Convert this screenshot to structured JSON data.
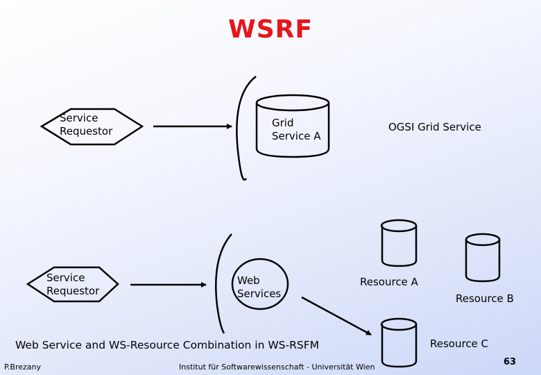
{
  "slide": {
    "title": "WSRF",
    "title_color": "#e8141c",
    "page_number": "63"
  },
  "diagram": {
    "top_row": {
      "requestor": {
        "line1": "Service",
        "line2": "Requestor"
      },
      "grid_service": {
        "line1": "Grid",
        "line2": "Service A"
      },
      "caption": "OGSI Grid Service"
    },
    "bottom_row": {
      "requestor": {
        "line1": "Service",
        "line2": "Requestor"
      },
      "web_services": {
        "line1": "Web",
        "line2": "Services"
      },
      "resources": [
        {
          "label": "Resource A"
        },
        {
          "label": "Resource B"
        },
        {
          "label": "Resource C"
        }
      ],
      "caption": "Web Service and WS-Resource Combination in WS-RSFM"
    }
  },
  "footer": {
    "author": "P.Brezany",
    "institute": "Institut für Softwarewissenschaft - Universität Wien"
  }
}
